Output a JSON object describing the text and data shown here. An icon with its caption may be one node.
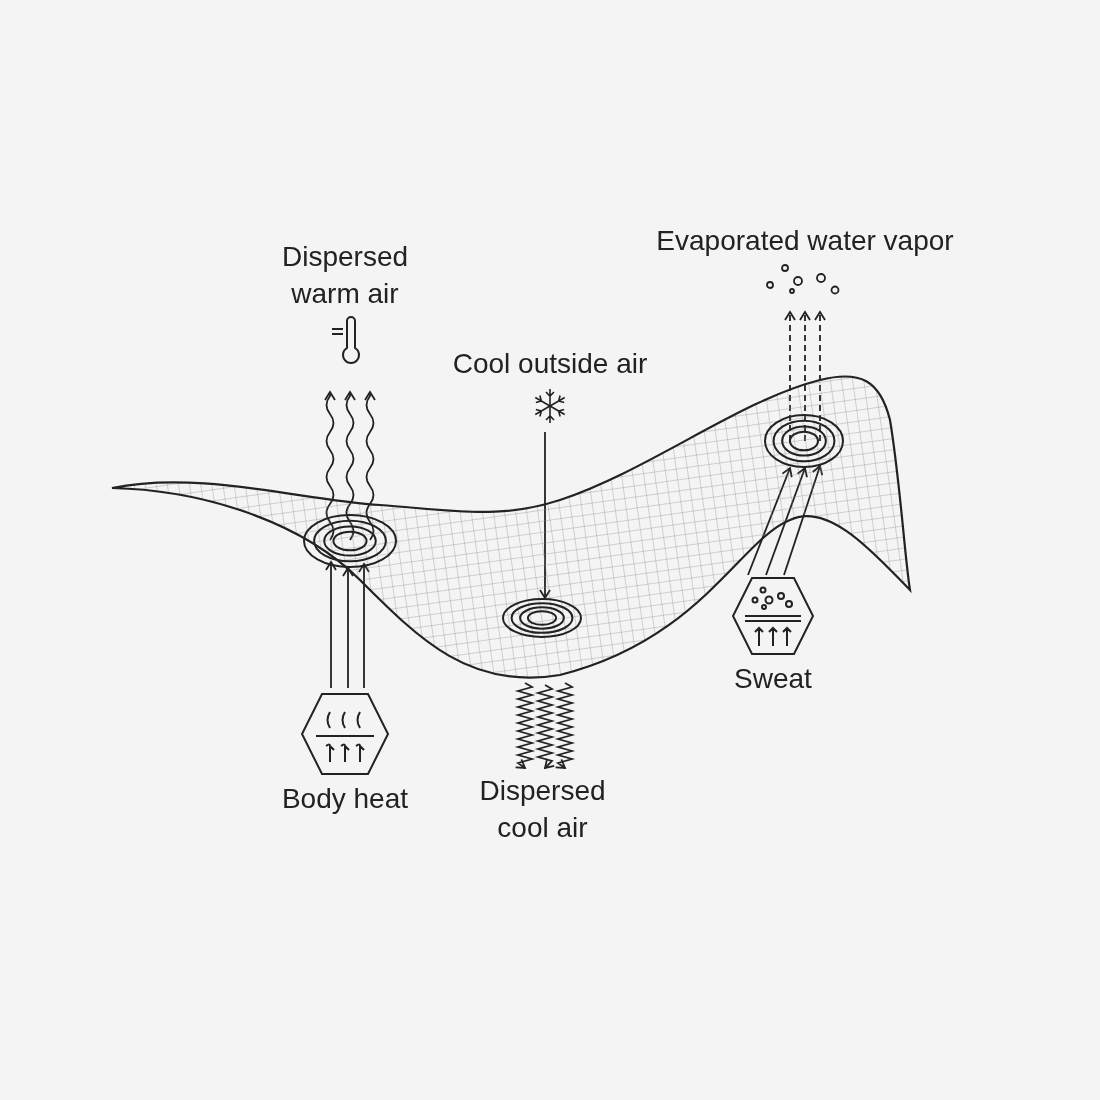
{
  "diagram": {
    "nodes": [
      {
        "text": [
          "Dispersed warm air"
        ]
      },
      {
        "text": [
          "Evaporated water vapor"
        ]
      },
      {
        "text": [
          "Cool outside air"
        ]
      },
      {
        "text": [],
        "shape": "picture"
      },
      {
        "text": [],
        "shape": "circle",
        "in": 3
      },
      {
        "text": [],
        "shape": "circle",
        "in": 3
      },
      {
        "text": [],
        "shape": "circle",
        "in": 3
      },
      {
        "text": [
          "Body heat"
        ]
      },
      {
        "text": [
          "Dispersed cool air"
        ]
      },
      {
        "text": [
          "Sweat"
        ]
      }
    ],
    "edges": [
      {
        "from": 7,
        "to": 4,
        "arrow": "to"
      },
      {
        "from": 7,
        "to": 4,
        "arrow": "to"
      },
      {
        "from": 7,
        "to": 4,
        "arrow": "to"
      },
      {
        "from": 4,
        "to": 0,
        "arrow": "to"
      },
      {
        "from": 4,
        "to": 0,
        "arrow": "to"
      },
      {
        "from": 4,
        "to": 0,
        "arrow": "to"
      },
      {
        "from": 2,
        "to": 5,
        "arrow": "to"
      },
      {
        "from": 3,
        "to": 8,
        "arrow": "to"
      },
      {
        "from": 3,
        "to": 8,
        "arrow": "to"
      },
      {
        "from": 3,
        "to": 8,
        "arrow": "to"
      },
      {
        "from": 9,
        "to": 6,
        "arrow": "to"
      },
      {
        "from": 9,
        "to": 6,
        "arrow": "to"
      },
      {
        "from": 9,
        "to": 6,
        "arrow": "to"
      },
      {
        "from": 6,
        "to": 1,
        "arrow": "to",
        "style": "dashed"
      },
      {
        "from": 6,
        "to": 1,
        "arrow": "to",
        "style": "dashed"
      },
      {
        "from": 6,
        "to": 1,
        "arrow": "to",
        "style": "dashed"
      }
    ]
  }
}
